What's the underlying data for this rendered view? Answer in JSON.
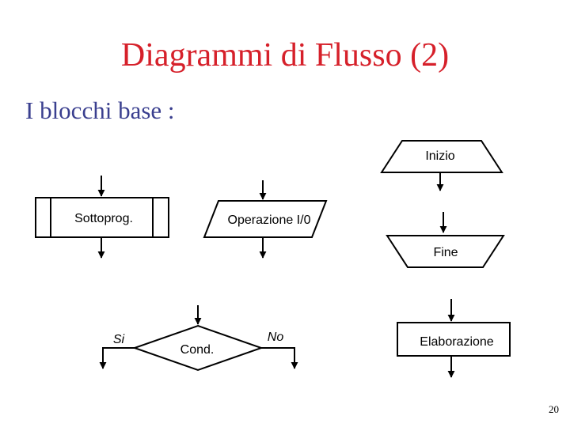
{
  "slide": {
    "title": "Diagrammi di Flusso (2)",
    "subtitle": "I blocchi base :",
    "page_number": "20"
  },
  "blocks": {
    "start": "Inizio",
    "end": "Fine",
    "subroutine": "Sottoprog.",
    "io": "Operazione I/0",
    "process": "Elaborazione",
    "decision": "Cond.",
    "yes": "Si",
    "no": "No"
  },
  "colors": {
    "title": "#d6202a",
    "subtitle": "#3a3f8f",
    "lines": "#000000"
  }
}
